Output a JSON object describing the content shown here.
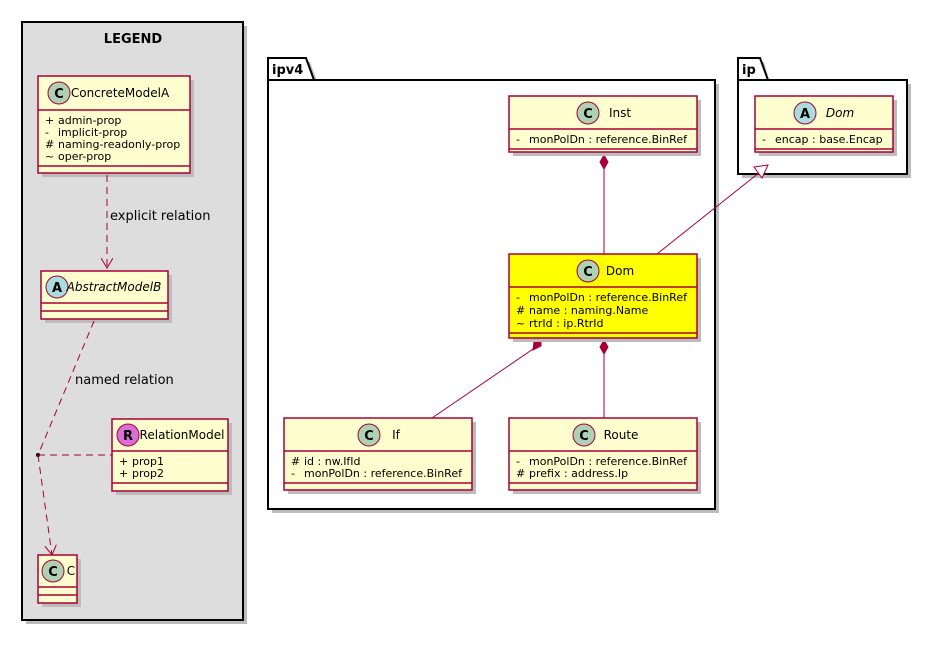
{
  "legend": {
    "title": "LEGEND",
    "concrete": {
      "stereotype_letter": "C",
      "name": "ConcreteModelA",
      "props": [
        {
          "vis": "+",
          "name": "admin-prop"
        },
        {
          "vis": "-",
          "name": "implicit-prop"
        },
        {
          "vis": "#",
          "name": "naming-readonly-prop"
        },
        {
          "vis": "~",
          "name": "oper-prop"
        }
      ]
    },
    "abstract": {
      "stereotype_letter": "A",
      "name": "AbstractModelB"
    },
    "relation_model": {
      "stereotype_letter": "R",
      "name": "RelationModel",
      "props": [
        {
          "vis": "+",
          "name": "prop1"
        },
        {
          "vis": "+",
          "name": "prop2"
        }
      ]
    },
    "c_class": {
      "stereotype_letter": "C",
      "name": "C"
    },
    "explicit_relation_label": "explicit relation",
    "named_relation_label": "named relation"
  },
  "packages": {
    "ipv4": {
      "name": "ipv4",
      "inst": {
        "stereotype_letter": "C",
        "name": "Inst",
        "props": [
          {
            "vis": "-",
            "name": "monPolDn : reference.BinRef"
          }
        ]
      },
      "dom": {
        "stereotype_letter": "C",
        "name": "Dom",
        "highlight": "#FFFF00",
        "props": [
          {
            "vis": "-",
            "name": "monPolDn : reference.BinRef"
          },
          {
            "vis": "#",
            "name": "name : naming.Name"
          },
          {
            "vis": "~",
            "name": "rtrId : ip.RtrId"
          }
        ]
      },
      "if": {
        "stereotype_letter": "C",
        "name": "If",
        "props": [
          {
            "vis": "#",
            "name": "id : nw.IfId"
          },
          {
            "vis": "-",
            "name": "monPolDn : reference.BinRef"
          }
        ]
      },
      "route": {
        "stereotype_letter": "C",
        "name": "Route",
        "props": [
          {
            "vis": "-",
            "name": "monPolDn : reference.BinRef"
          },
          {
            "vis": "#",
            "name": "prefix : address.Ip"
          }
        ]
      }
    },
    "ip": {
      "name": "ip",
      "dom": {
        "stereotype_letter": "A",
        "name": "Dom",
        "props": [
          {
            "vis": "-",
            "name": "encap : base.Encap"
          }
        ]
      }
    }
  },
  "colors": {
    "class_fill": "#FEFECE",
    "class_border": "#A80036",
    "highlight_fill": "#FFFF00",
    "legend_bg": "#DDDDDD",
    "circle_class": "#ADD1B2",
    "circle_abstract": "#A9DCDF",
    "circle_relation": "#DA70D6"
  }
}
